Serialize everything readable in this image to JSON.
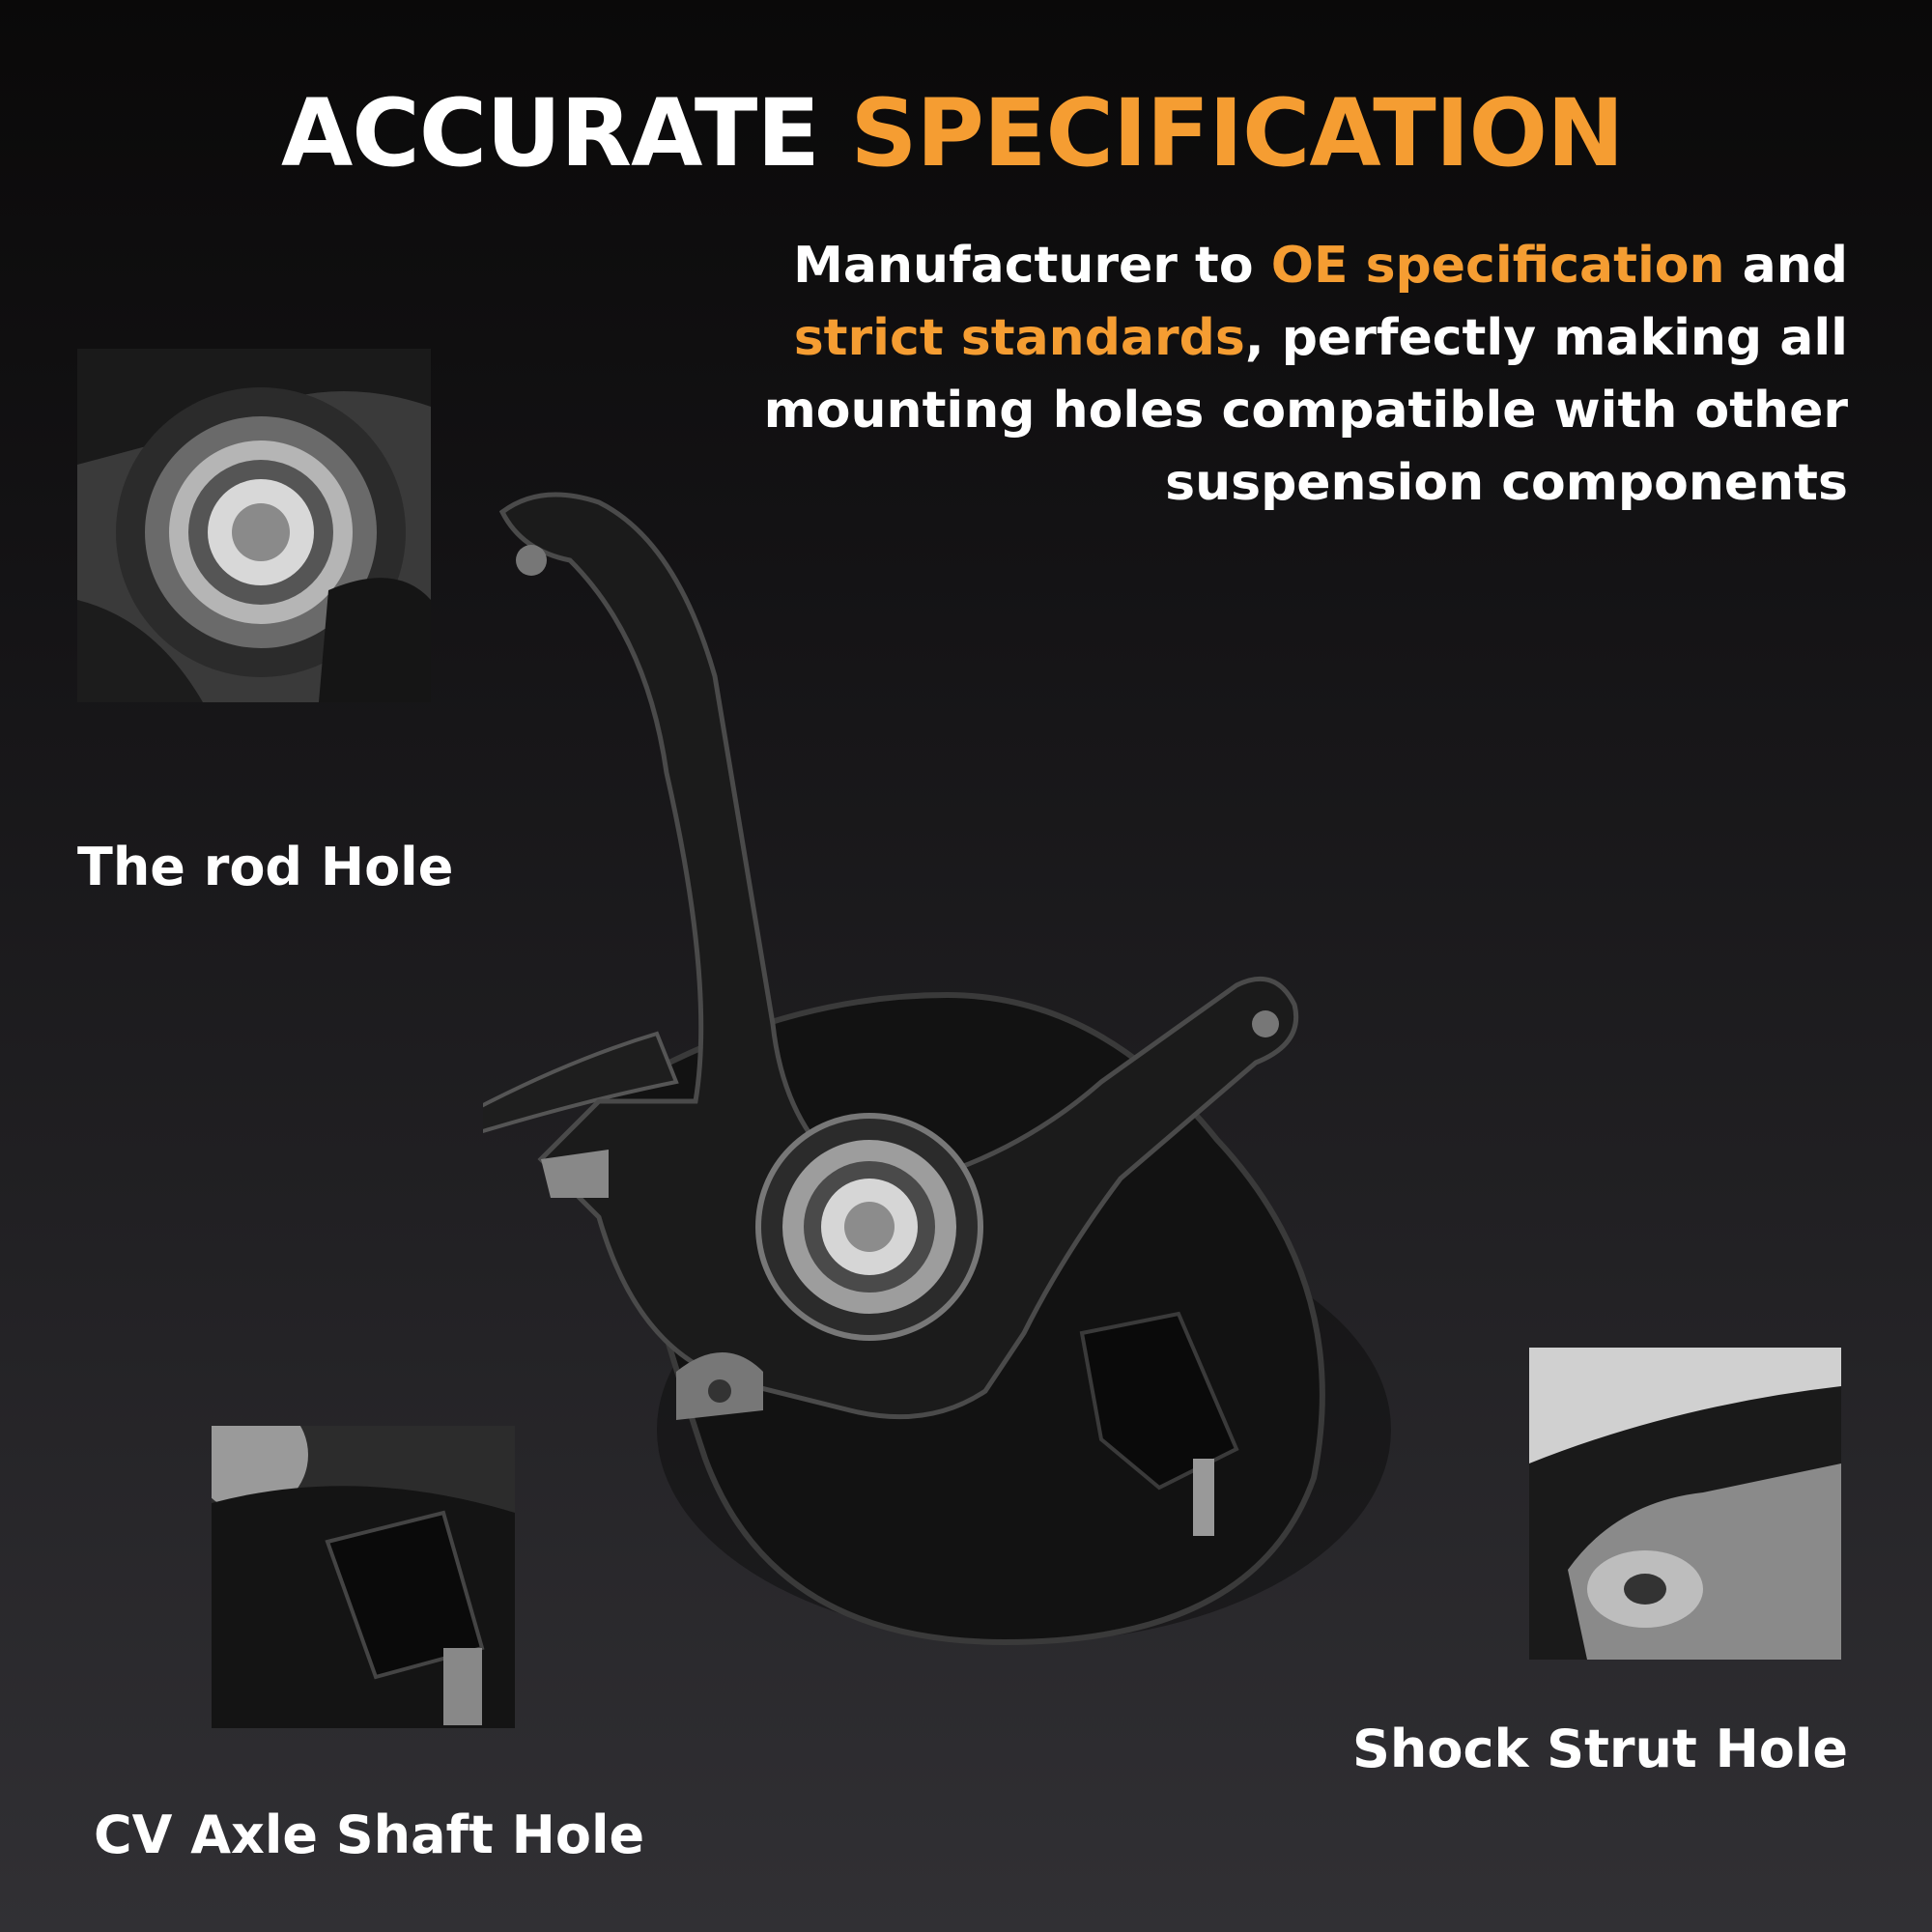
{
  "header": {
    "title_white": "ACCURATE",
    "title_accent": "SPECIFICATION"
  },
  "description": {
    "part1": "Manufacturer to ",
    "accent1": "OE specification",
    "part2": " and ",
    "accent2": "strict standards",
    "part3": ", perfectly making all mounting holes compatible with other suspension components"
  },
  "callouts": [
    {
      "label": "The rod Hole"
    },
    {
      "label": "CV Axle Shaft Hole"
    },
    {
      "label": "Shock Strut Hole"
    }
  ],
  "colors": {
    "accent": "#f59d32",
    "text": "#ffffff",
    "background_top": "#0a0909",
    "background_bottom": "#313034"
  }
}
